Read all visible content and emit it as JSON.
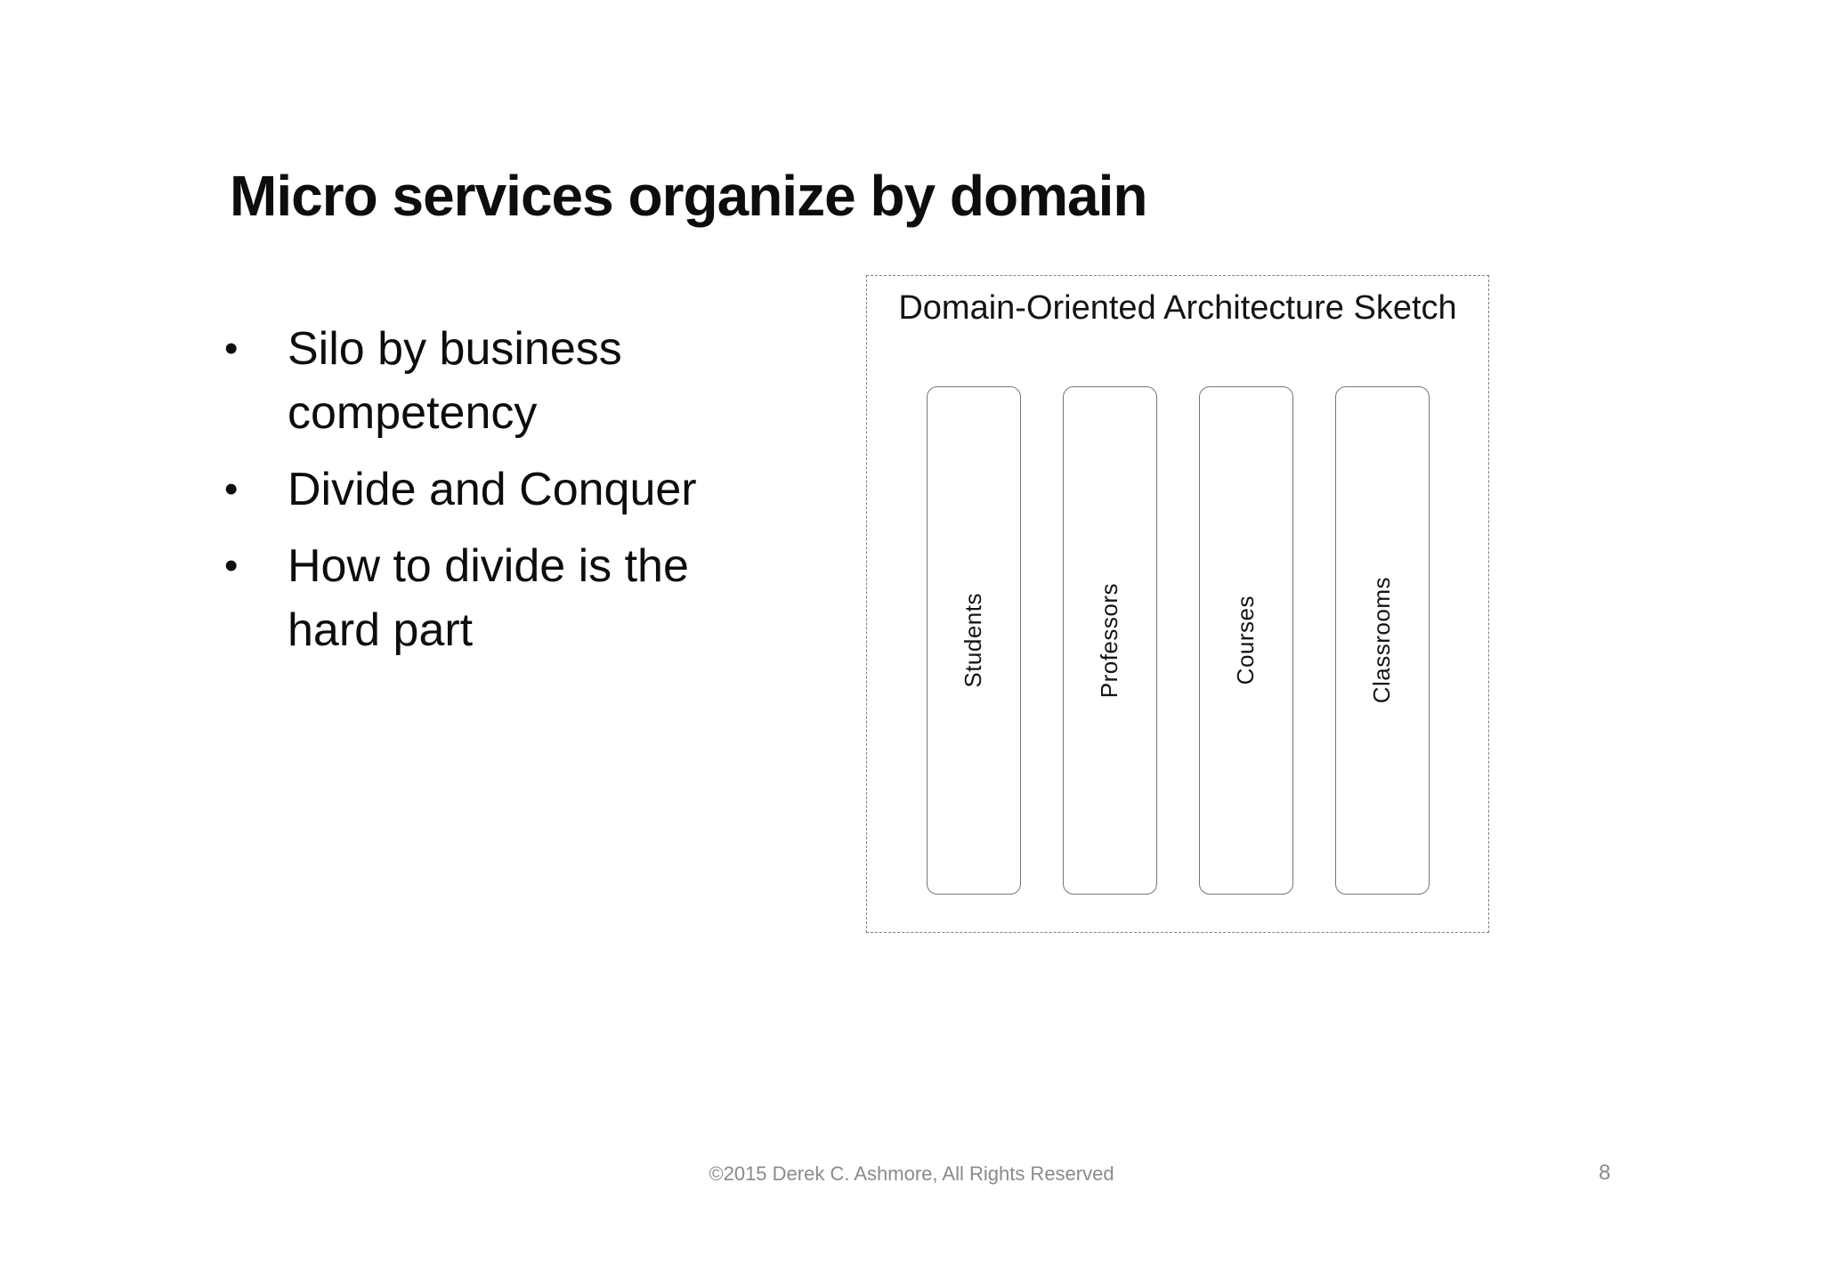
{
  "slide": {
    "title": "Micro services organize by domain",
    "bullets": [
      "Silo by business competency",
      "Divide and Conquer",
      "How to divide is the hard part"
    ],
    "bullet_marker": "•",
    "diagram": {
      "title": "Domain-Oriented Architecture Sketch",
      "domains": [
        "Students",
        "Professors",
        "Courses",
        "Classrooms"
      ]
    },
    "footer": {
      "copyright": "©2015 Derek C. Ashmore, All Rights Reserved",
      "page_number": "8"
    }
  },
  "colors": {
    "text": "#0d0d0d",
    "muted_text": "#8a8a8a",
    "panel_border": "#7f7f7f",
    "bar_border": "#757575",
    "background": "#ffffff"
  }
}
